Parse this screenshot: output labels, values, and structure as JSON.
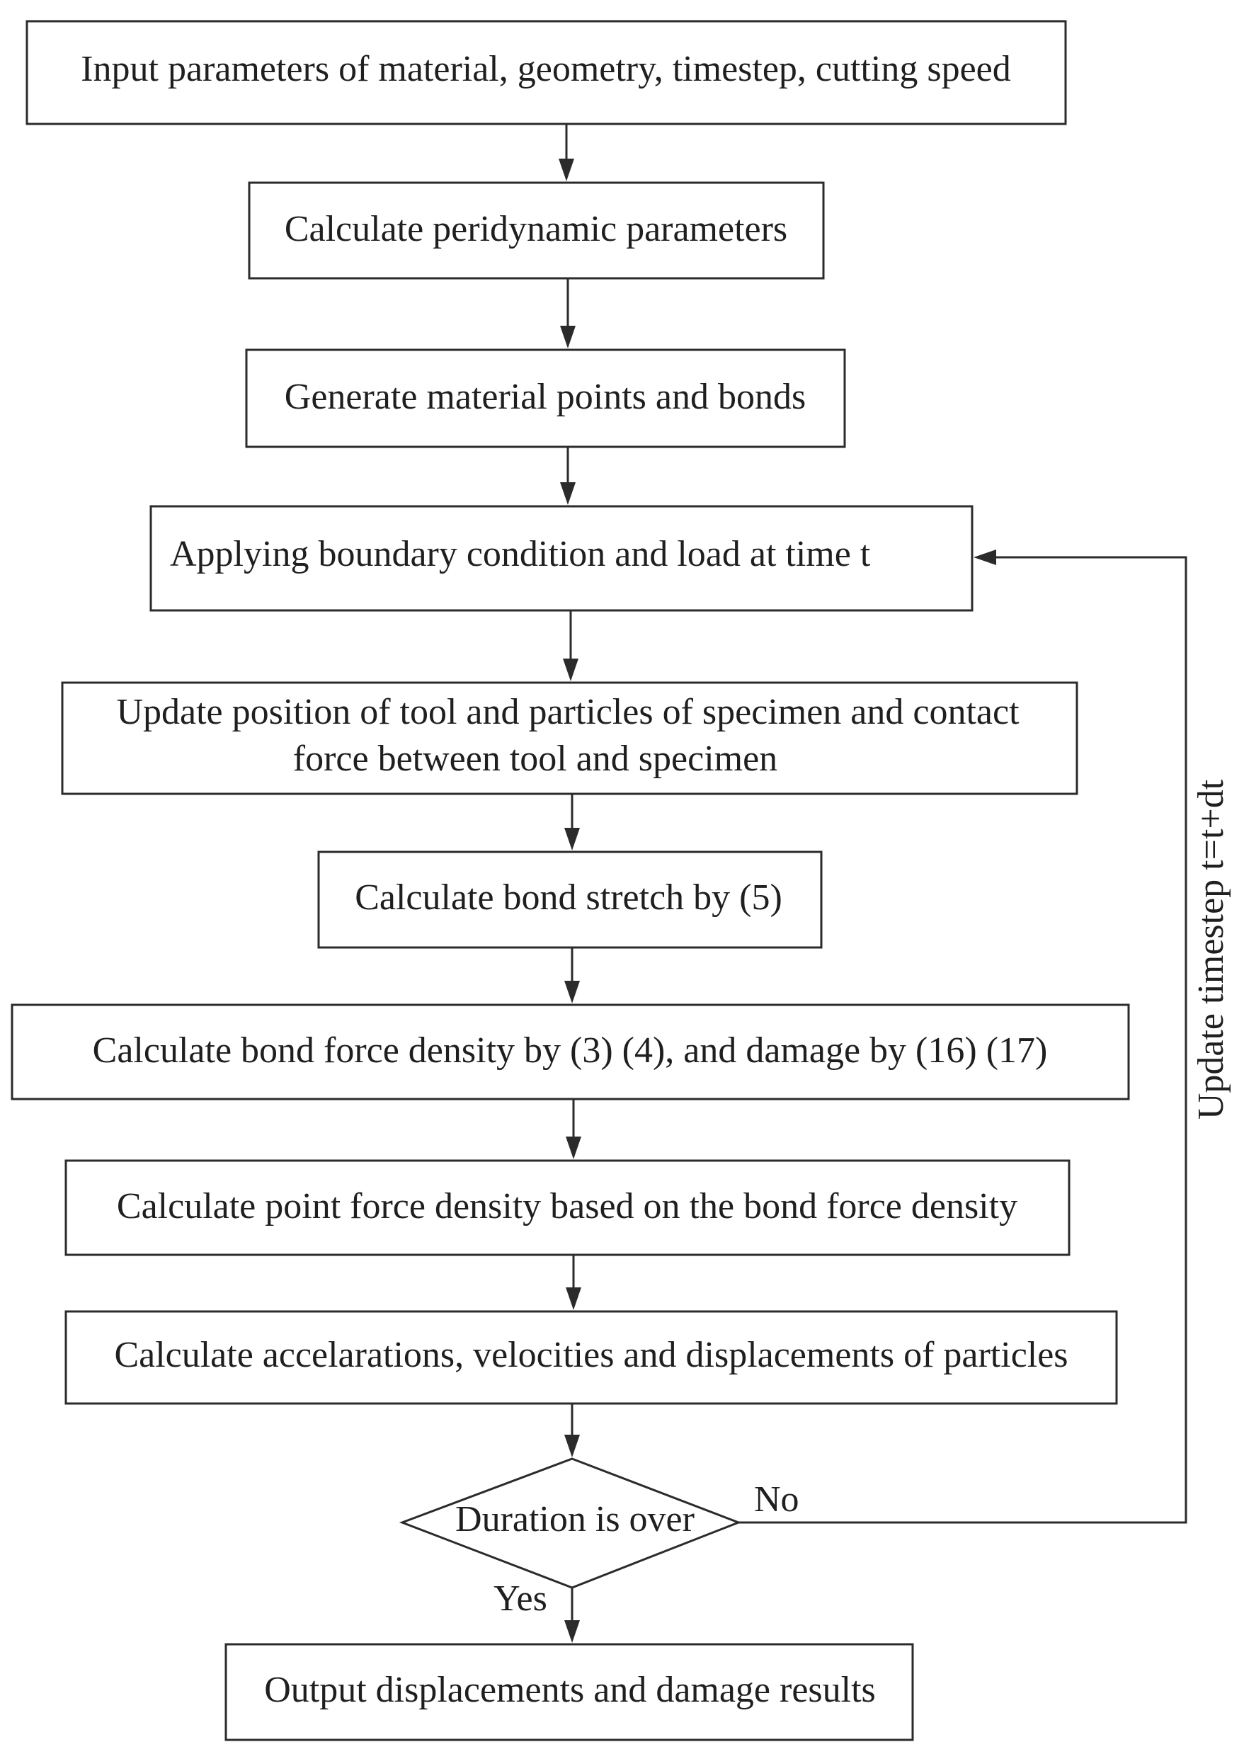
{
  "steps": {
    "input": "Input parameters of material, geometry, timestep, cutting speed",
    "calc_pd": "Calculate peridynamic parameters",
    "generate": "Generate material points and bonds",
    "boundary": "Applying boundary condition and load at time t",
    "update_line1": "Update position of tool and particles of specimen and contact",
    "update_line2": "force between tool and specimen",
    "stretch": "Calculate bond stretch by (5)",
    "bond_force": "Calculate bond force density by (3) (4), and damage by (16) (17)",
    "point_force": "Calculate point force density based on the bond force density",
    "accel": "Calculate accelarations, velocities and displacements of particles",
    "decision": "Duration is over",
    "output": "Output displacements and damage results"
  },
  "branches": {
    "no": "No",
    "yes": "Yes",
    "loop": "Update timestep t=t+dt"
  }
}
